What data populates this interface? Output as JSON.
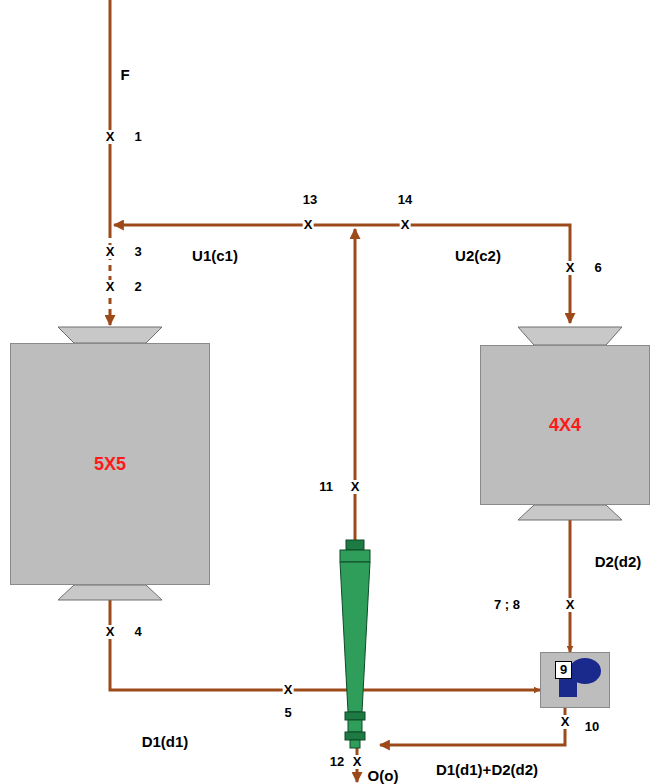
{
  "diagram": {
    "nodes": [
      {
        "text": [
          "5X5"
        ]
      },
      {
        "text": [
          "4X4"
        ]
      },
      {
        "text": [
          "9"
        ]
      }
    ],
    "edges": [
      {
        "from": 0,
        "to": 2,
        "arrow": "to",
        "label": "D1(d1)"
      },
      {
        "from": 1,
        "to": 2,
        "arrow": "to"
      }
    ],
    "labels": [
      "F",
      "X",
      "1",
      "X",
      "3",
      "X",
      "2",
      "13",
      "X",
      "14",
      "X",
      "U1(c1)",
      "U2(c2)",
      "X",
      "6",
      "11",
      "X",
      "X",
      "4",
      "X",
      "5",
      "7 ; 8",
      "X",
      "D2(d2)",
      "X",
      "10",
      "12",
      "X",
      "O(o)",
      "D1(d1)+D2(d2)"
    ]
  }
}
